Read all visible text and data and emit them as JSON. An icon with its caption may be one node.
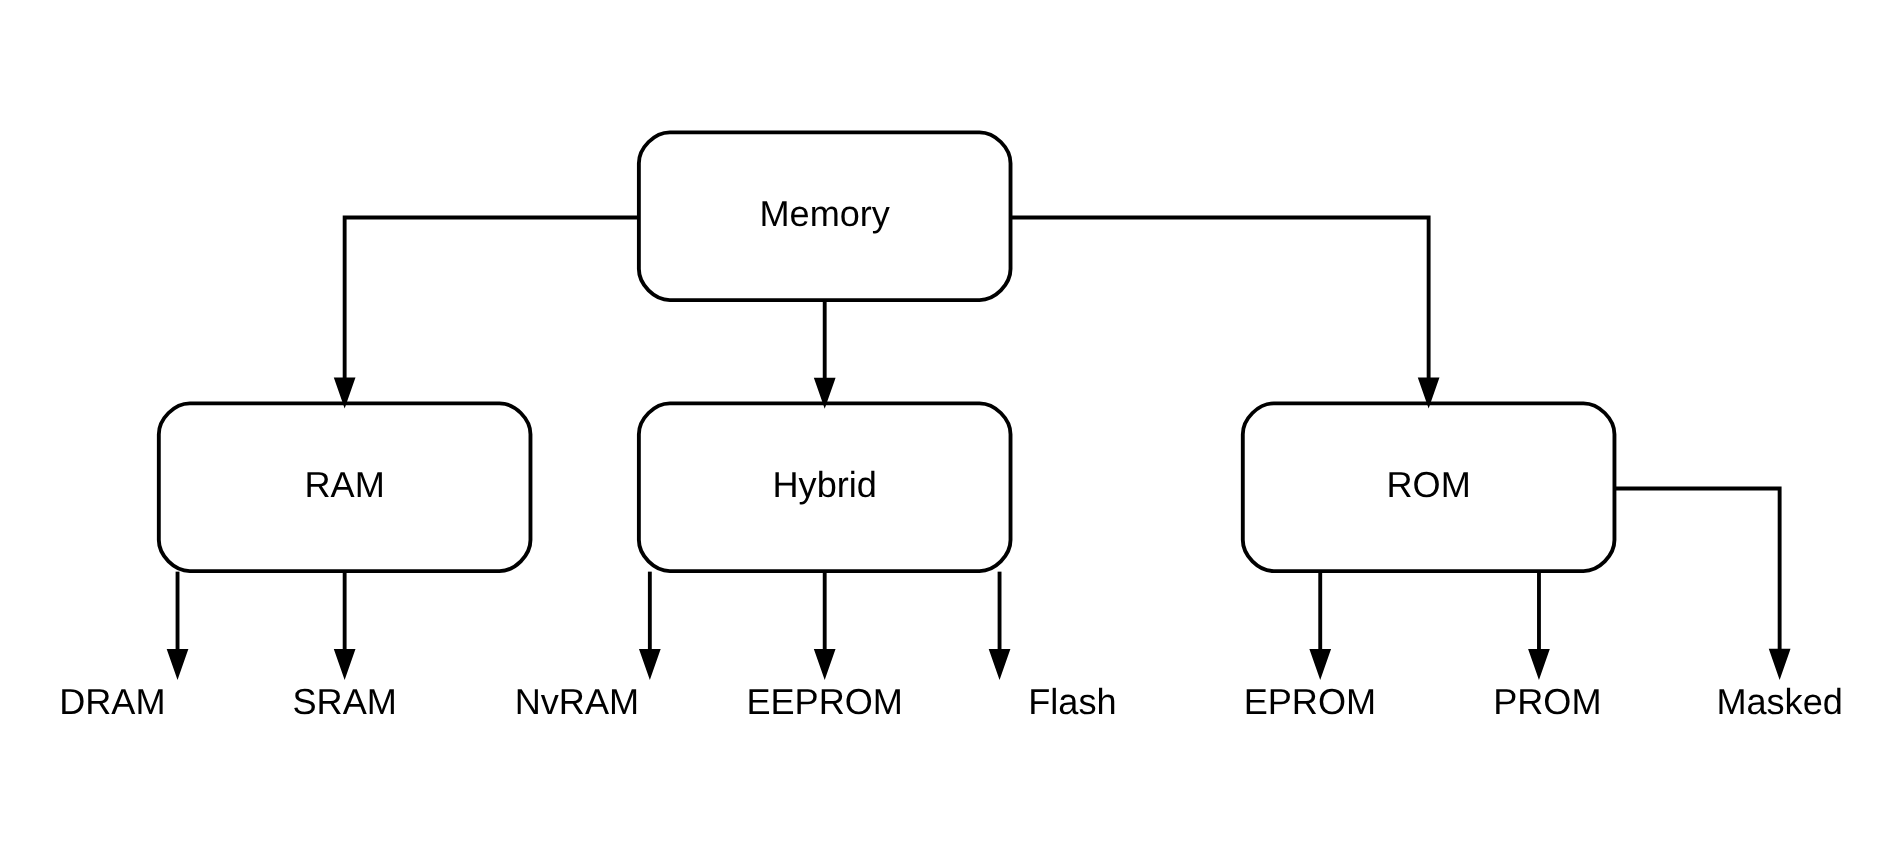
{
  "diagram": {
    "nodes": [
      {
        "text": [
          "Memory"
        ]
      },
      {
        "text": [
          "RAM"
        ]
      },
      {
        "text": [
          "Hybrid"
        ]
      },
      {
        "text": [
          "ROM"
        ]
      },
      {
        "text": [
          "DRAM"
        ]
      },
      {
        "text": [
          "SRAM"
        ]
      },
      {
        "text": [
          "NvRAM"
        ]
      },
      {
        "text": [
          "EEPROM"
        ]
      },
      {
        "text": [
          "Flash"
        ]
      },
      {
        "text": [
          "EPROM"
        ]
      },
      {
        "text": [
          "PROM"
        ]
      },
      {
        "text": [
          "Masked"
        ]
      }
    ],
    "edges": [
      {
        "from": 0,
        "to": 1,
        "arrow": "to"
      },
      {
        "from": 0,
        "to": 2,
        "arrow": "to"
      },
      {
        "from": 0,
        "to": 3,
        "arrow": "to"
      },
      {
        "from": 1,
        "to": 4,
        "arrow": "to"
      },
      {
        "from": 1,
        "to": 5,
        "arrow": "to"
      },
      {
        "from": 2,
        "to": 6,
        "arrow": "to"
      },
      {
        "from": 2,
        "to": 7,
        "arrow": "to"
      },
      {
        "from": 2,
        "to": 8,
        "arrow": "to"
      },
      {
        "from": 3,
        "to": 9,
        "arrow": "to"
      },
      {
        "from": 3,
        "to": 10,
        "arrow": "to"
      },
      {
        "from": 3,
        "to": 11,
        "arrow": "to"
      }
    ]
  }
}
